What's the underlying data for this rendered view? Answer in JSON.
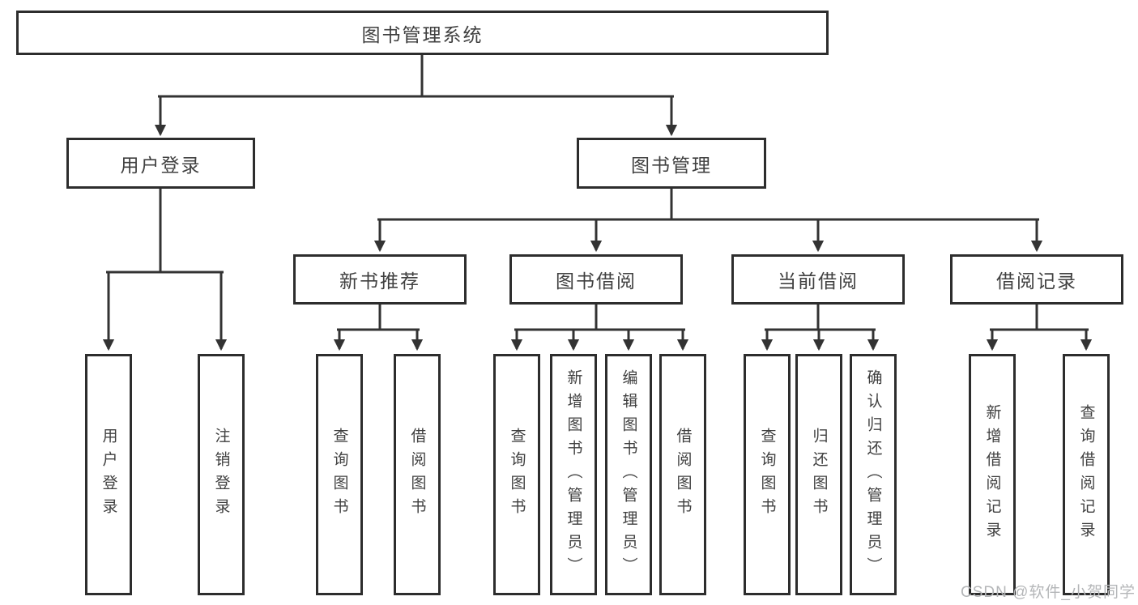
{
  "tree": {
    "label": "图书管理系统",
    "children": [
      {
        "label": "用户登录",
        "children": [
          {
            "label": "用户登录"
          },
          {
            "label": "注销登录"
          }
        ]
      },
      {
        "label": "图书管理",
        "children": [
          {
            "label": "新书推荐",
            "children": [
              {
                "label": "查询图书"
              },
              {
                "label": "借阅图书"
              }
            ]
          },
          {
            "label": "图书借阅",
            "children": [
              {
                "label": "查询图书"
              },
              {
                "label": "新增图书（管理员）"
              },
              {
                "label": "编辑图书（管理员）"
              },
              {
                "label": "借阅图书"
              }
            ]
          },
          {
            "label": "当前借阅",
            "children": [
              {
                "label": "查询图书"
              },
              {
                "label": "归还图书"
              },
              {
                "label": "确认归还（管理员）"
              }
            ]
          },
          {
            "label": "借阅记录",
            "children": [
              {
                "label": "新增借阅记录"
              },
              {
                "label": "查询借阅记录"
              }
            ]
          }
        ]
      }
    ]
  },
  "watermark": {
    "text": "CSDN @软件_小贺同学",
    "color": "#b4b6b8"
  },
  "colors": {
    "line": "#333333",
    "box_border": "#2d2d2d",
    "text": "#404040",
    "background": "#ffffff"
  }
}
